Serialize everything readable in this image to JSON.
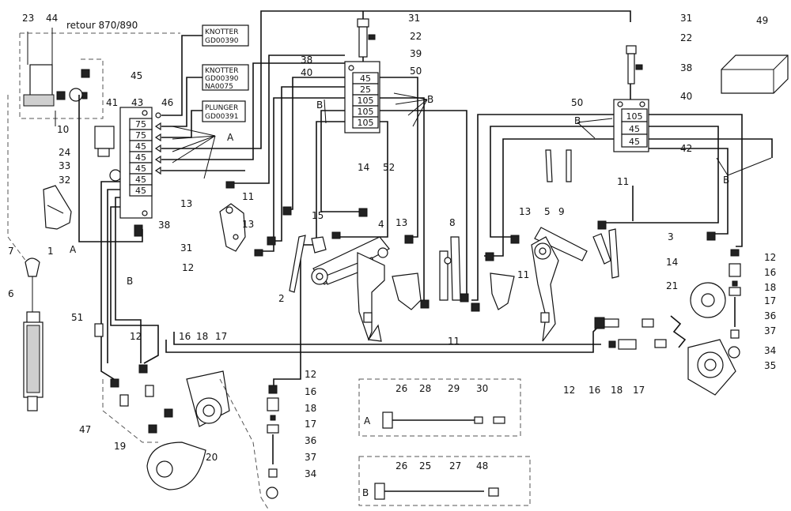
{
  "header": {
    "retour": "retour 870/890"
  },
  "boxes": {
    "knotter1": [
      "KNOTTER",
      "GD00390"
    ],
    "knotter2": [
      "KNOTTER",
      "GD00390",
      "NA0075"
    ],
    "plunger": [
      "PLUNGER",
      "GD00391"
    ]
  },
  "block_left": [
    "75",
    "75",
    "45",
    "45",
    "45",
    "45",
    "45"
  ],
  "block_center": [
    "45",
    "25",
    "105",
    "105",
    "105"
  ],
  "block_right": [
    "105",
    "45",
    "45"
  ],
  "callouts": {
    "n1": "1",
    "n2": "2",
    "n3": "3",
    "n4": "4",
    "n5": "5",
    "n6": "6",
    "n7": "7",
    "n8": "8",
    "n9": "9",
    "n10": "10",
    "n11": "11",
    "n12": "12",
    "n13": "13",
    "n14": "14",
    "n15": "15",
    "n16": "16",
    "n17": "17",
    "n18": "18",
    "n19": "19",
    "n20": "20",
    "n21": "21",
    "n22": "22",
    "n23": "23",
    "n24": "24",
    "n25": "25",
    "n26": "26",
    "n27": "27",
    "n28": "28",
    "n29": "29",
    "n30": "30",
    "n31": "31",
    "n32": "32",
    "n33": "33",
    "n34": "34",
    "n35": "35",
    "n36": "36",
    "n37": "37",
    "n38": "38",
    "n39": "39",
    "n40": "40",
    "n41": "41",
    "n42": "42",
    "n43": "43",
    "n44": "44",
    "n45": "45",
    "n46": "46",
    "n47": "47",
    "n48": "48",
    "n49": "49",
    "n50": "50",
    "n51": "51",
    "n52": "52",
    "A": "A",
    "B": "B"
  }
}
